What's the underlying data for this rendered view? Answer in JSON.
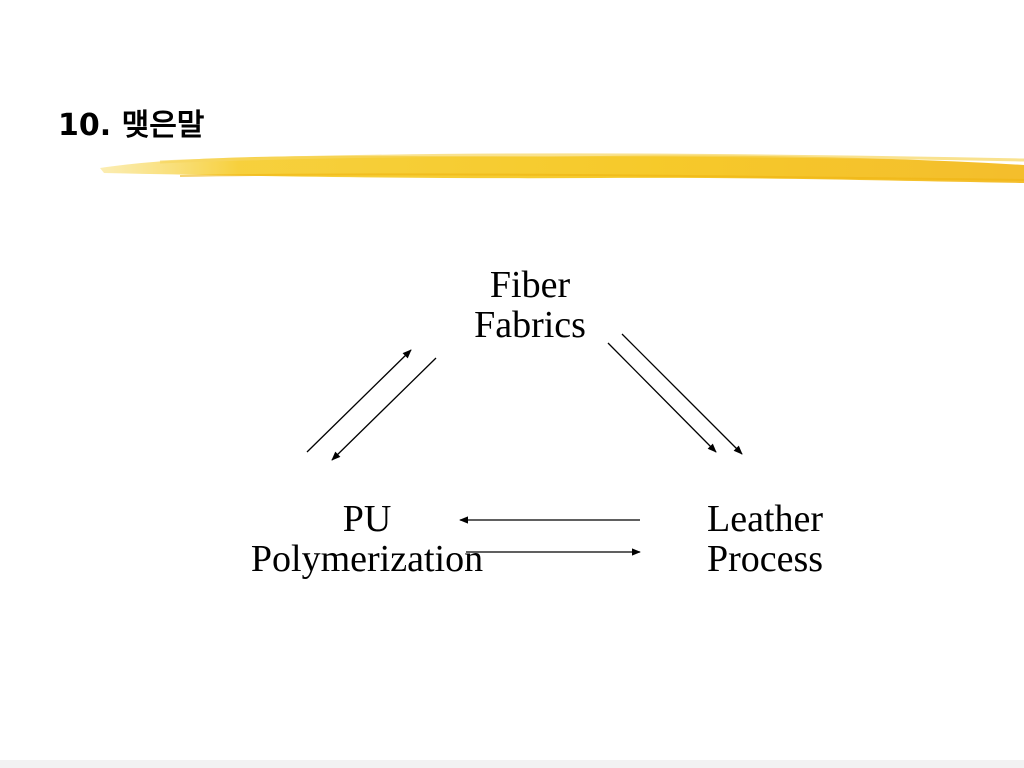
{
  "slide": {
    "title": "10. 맺은말",
    "accent_color": "#f5c518"
  },
  "diagram": {
    "nodes": [
      {
        "id": "fiber",
        "lines": [
          "Fiber",
          "Fabrics"
        ]
      },
      {
        "id": "pu",
        "lines": [
          "PU",
          "Polymerization"
        ]
      },
      {
        "id": "leather",
        "lines": [
          "Leather",
          "Process"
        ]
      }
    ],
    "edges": [
      {
        "from": "pu",
        "to": "fiber"
      },
      {
        "from": "fiber",
        "to": "pu"
      },
      {
        "from": "fiber",
        "to": "leather"
      },
      {
        "from": "fiber",
        "to": "leather"
      },
      {
        "from": "leather",
        "to": "pu"
      },
      {
        "from": "pu",
        "to": "leather"
      }
    ]
  }
}
